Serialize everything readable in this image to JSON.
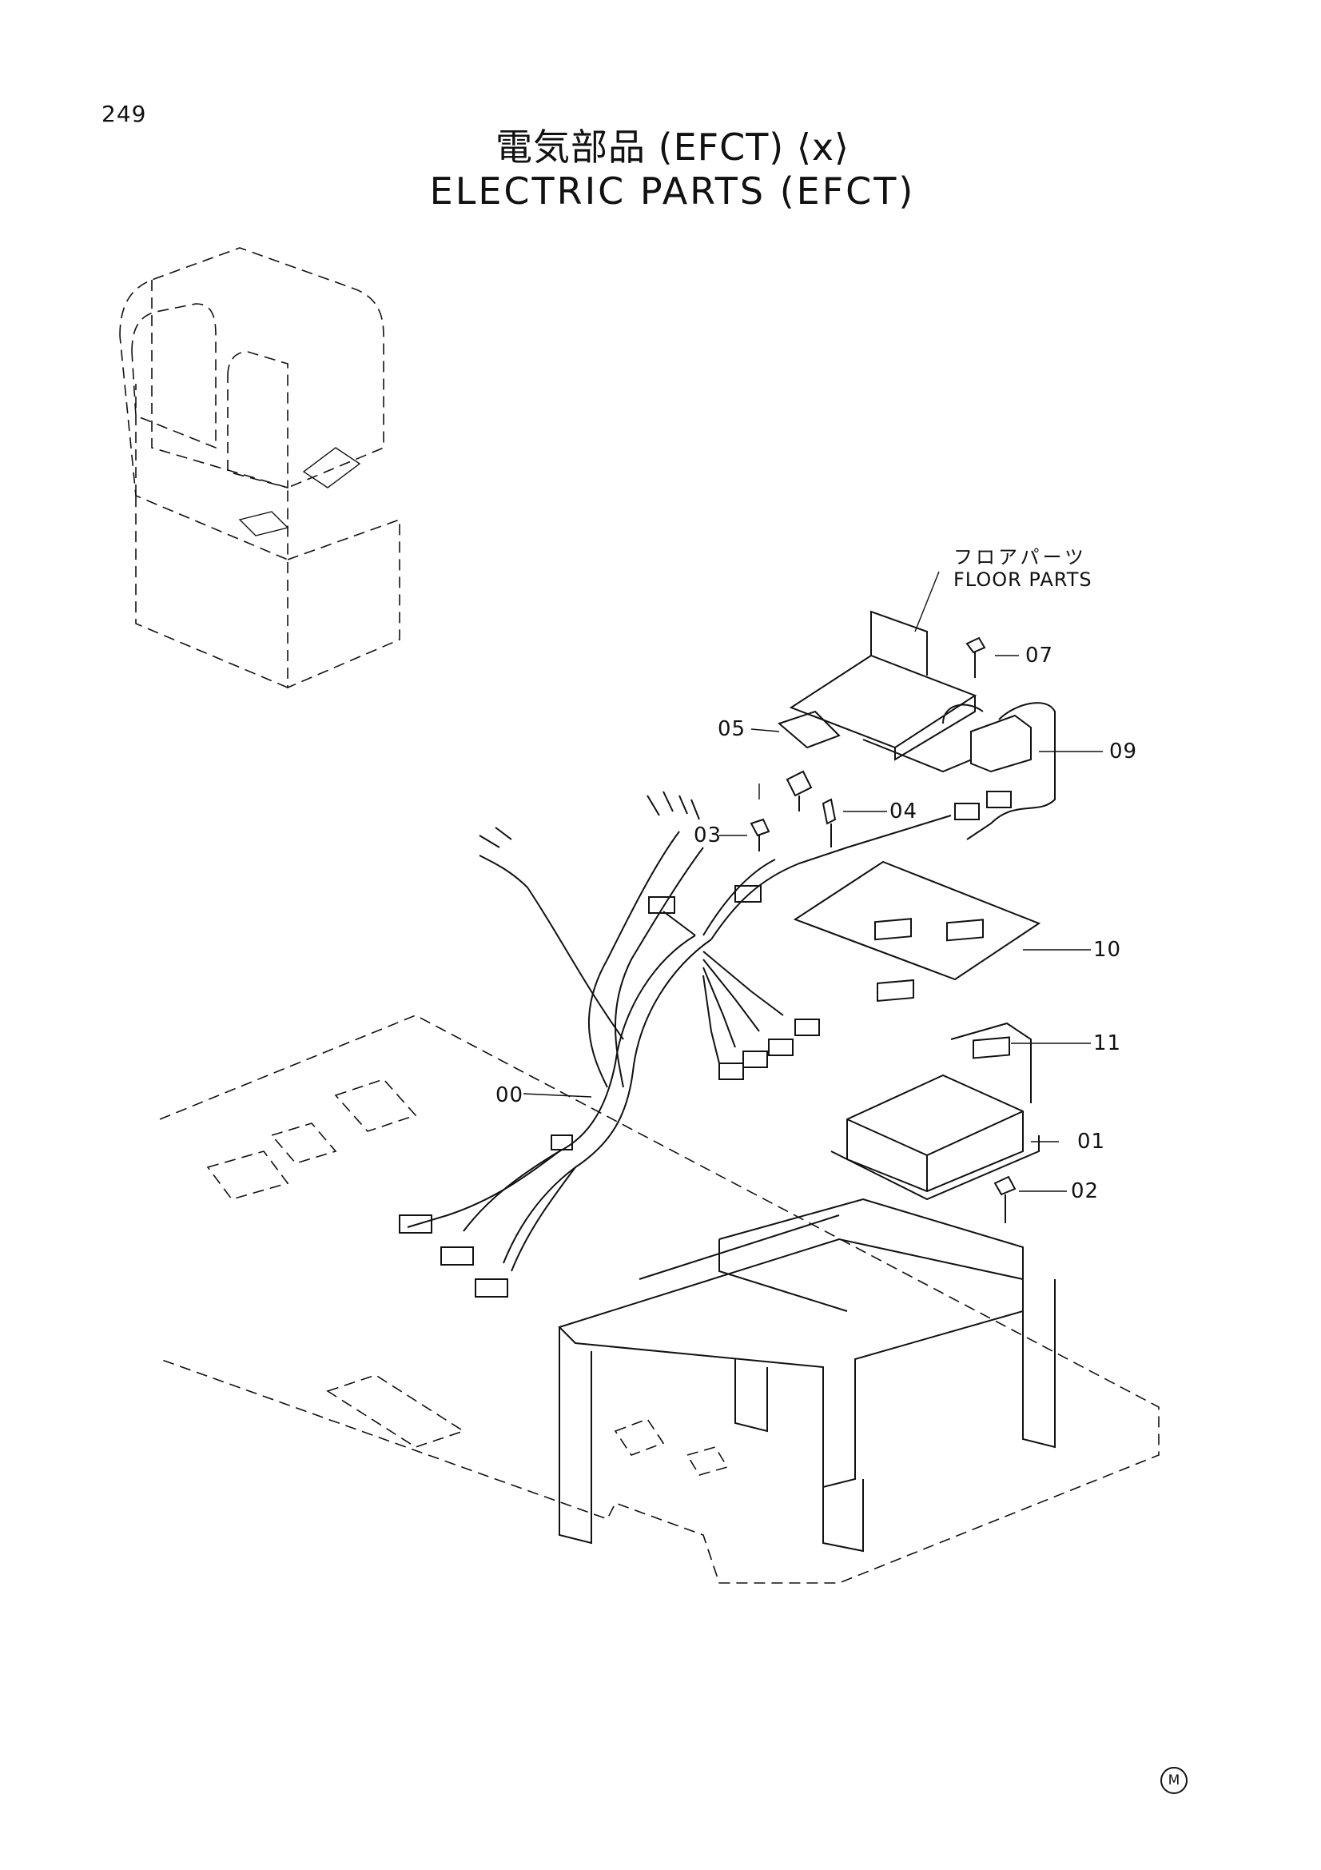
{
  "page": {
    "number": "249",
    "mark": "M"
  },
  "title": {
    "japanese": "電気部品 (EFCT) ⟨x⟩",
    "english": "ELECTRIC PARTS (EFCT)"
  },
  "reference": {
    "japanese": "フロアパーツ",
    "english": "FLOOR PARTS"
  },
  "callouts": [
    "00",
    "01",
    "02",
    "03",
    "04",
    "05",
    "07",
    "09",
    "10",
    "11"
  ]
}
